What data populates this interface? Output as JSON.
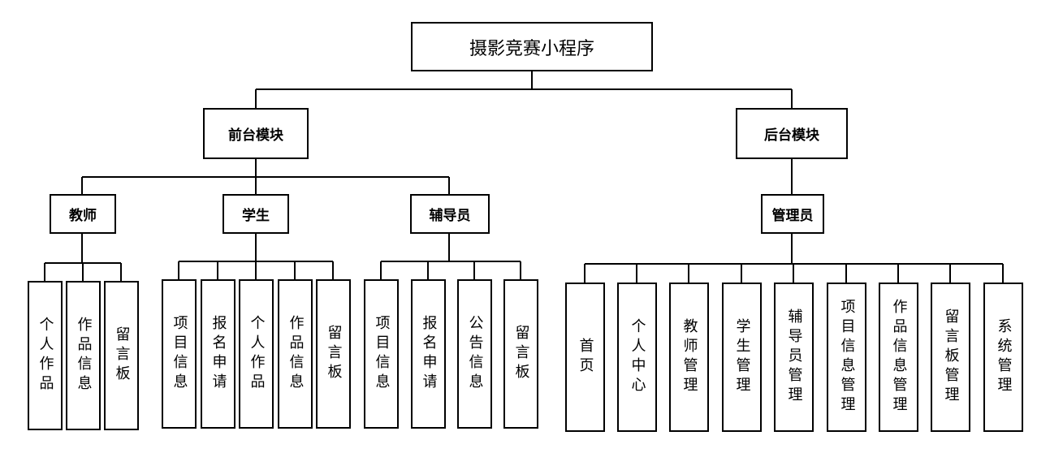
{
  "root": "摄影竞赛小程序",
  "front": {
    "label": "前台模块",
    "roles": [
      {
        "label": "教师",
        "items": [
          "个人作品",
          "作品信息",
          "留言板"
        ]
      },
      {
        "label": "学生",
        "items": [
          "项目信息",
          "报名申请",
          "个人作品",
          "作品信息",
          "留言板"
        ]
      },
      {
        "label": "辅导员",
        "items": [
          "项目信息",
          "报名申请",
          "公告信息",
          "留言板"
        ]
      }
    ]
  },
  "back": {
    "label": "后台模块",
    "roles": [
      {
        "label": "管理员",
        "items": [
          "首页",
          "个人中心",
          "教师管理",
          "学生管理",
          "辅导员管理",
          "项目信息管理",
          "作品信息管理",
          "留言板管理",
          "系统管理"
        ]
      }
    ]
  }
}
